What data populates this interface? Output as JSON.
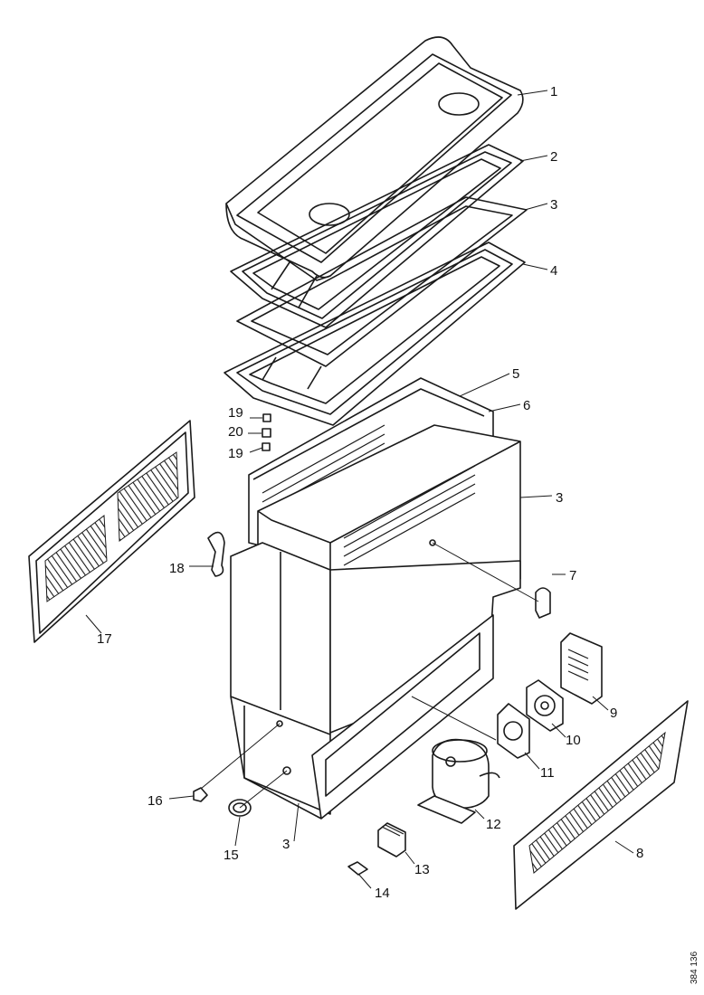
{
  "callouts": {
    "c1": "1",
    "c2": "2",
    "c3a": "3",
    "c4": "4",
    "c5": "5",
    "c6": "6",
    "c3b": "3",
    "c7": "7",
    "c8": "8",
    "c9": "9",
    "c10": "10",
    "c11": "11",
    "c12": "12",
    "c13": "13",
    "c14": "14",
    "c15": "15",
    "c16": "16",
    "c17": "17",
    "c18": "18",
    "c19a": "19",
    "c20": "20",
    "c19b": "19",
    "c3c": "3"
  },
  "document_number": "384 136"
}
